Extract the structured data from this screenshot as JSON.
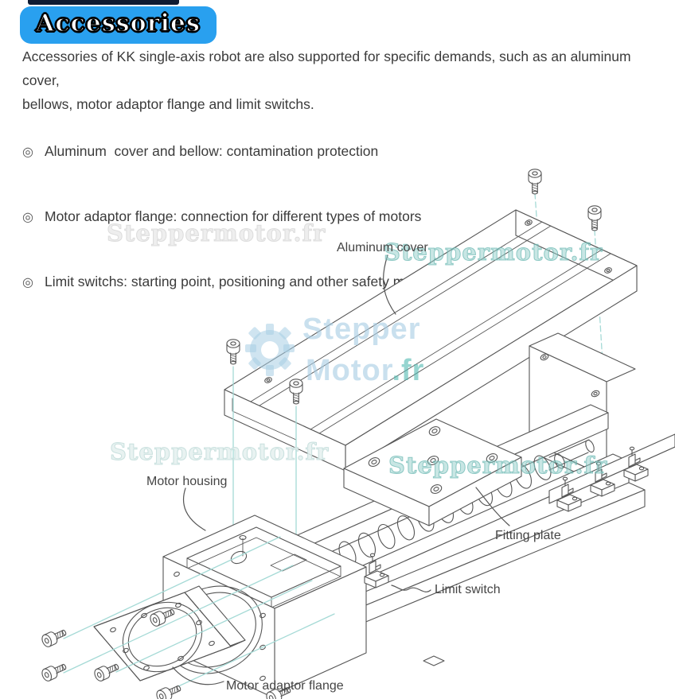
{
  "header": {
    "label": "Accessories",
    "badge_color": "#29a0ef",
    "top_bar_color": "#0f1b33"
  },
  "intro": {
    "line1": "Accessories of KK single-axis robot are also supported for specific demands, such as an aluminum cover,",
    "line2": "bellows, motor adaptor flange and limit switchs."
  },
  "bullets": [
    {
      "marker": "◎",
      "text": "Aluminum  cover and bellow: contamination protection"
    },
    {
      "marker": "◎",
      "text": "Motor adaptor flange: connection for different types of motors"
    },
    {
      "marker": "◎",
      "text": "Limit switchs: starting point, positioning and other safety matters"
    }
  ],
  "diagram": {
    "labels": [
      {
        "id": "aluminum-cover",
        "text": "Aluminum cover"
      },
      {
        "id": "motor-housing",
        "text": "Motor housing"
      },
      {
        "id": "fitting-plate",
        "text": "Fitting plate"
      },
      {
        "id": "limit-switch",
        "text": "Limit switch"
      },
      {
        "id": "motor-adaptor-flange",
        "text": "Motor adaptor flange"
      }
    ],
    "watermarks": {
      "tiled_text": "Steppermotor.fr",
      "logo_line1": "Stepper",
      "logo_line2": "Motor",
      "logo_suffix": ".fr"
    },
    "colors": {
      "drawing_line": "#565656",
      "guide_teal": "#a5dad6",
      "watermark_teal": "#7ec6c0",
      "logo_blue": "#a8cde4"
    }
  }
}
